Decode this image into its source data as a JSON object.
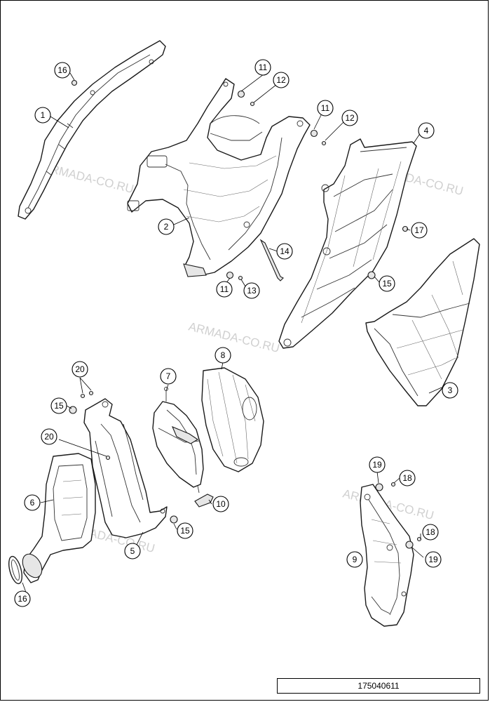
{
  "drawing_code": "175040611",
  "watermark": "ARMADA-CO.RU",
  "callouts": [
    "1",
    "2",
    "3",
    "4",
    "5",
    "6",
    "7",
    "8",
    "9",
    "10",
    "11",
    "11",
    "11",
    "12",
    "12",
    "13",
    "14",
    "15",
    "15",
    "15",
    "16",
    "16",
    "17",
    "18",
    "18",
    "19",
    "19",
    "20",
    "20"
  ]
}
